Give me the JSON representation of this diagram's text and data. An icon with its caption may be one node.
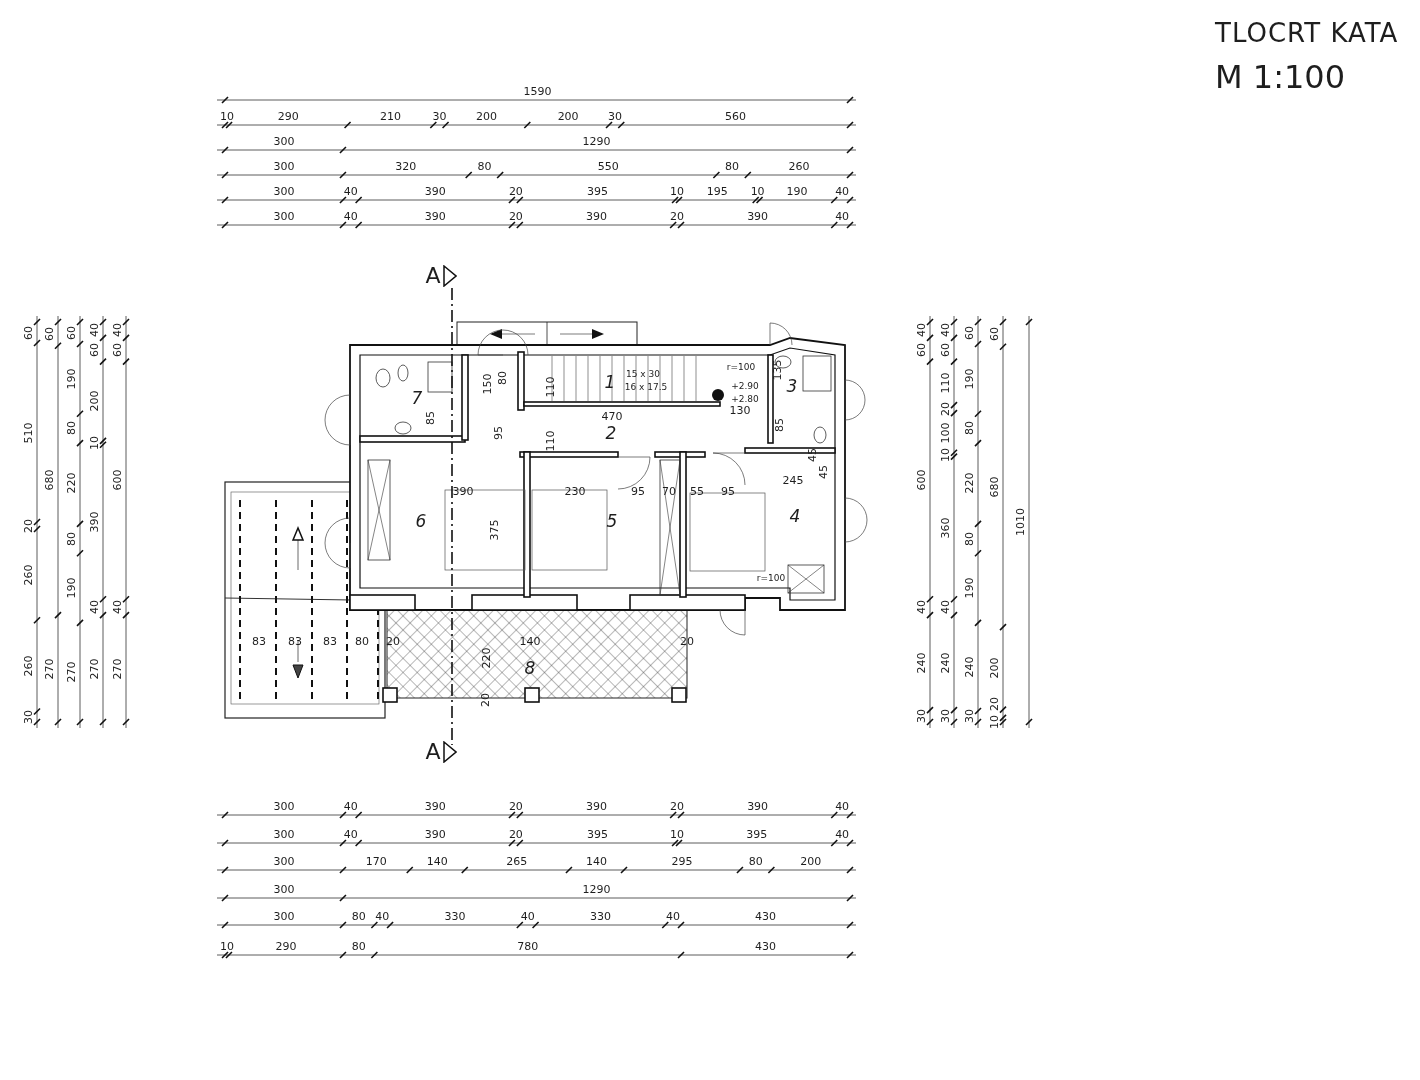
{
  "diagram": {
    "title": "TLOCRT KATA",
    "labels": [
      "M 1:100",
      "1590",
      "10",
      "290",
      "210",
      "30",
      "200",
      "200",
      "30",
      "560",
      "300",
      "1290",
      "300",
      "320",
      "80",
      "550",
      "80",
      "260",
      "300",
      "40",
      "390",
      "20",
      "395",
      "10",
      "195",
      "10",
      "190",
      "40",
      "300",
      "40",
      "390",
      "20",
      "390",
      "20",
      "390",
      "40",
      "A",
      "60",
      "510",
      "20",
      "260",
      "260",
      "30",
      "60",
      "680",
      "270",
      "60",
      "190",
      "80",
      "220",
      "80",
      "190",
      "270",
      "40",
      "60",
      "200",
      "10",
      "390",
      "40",
      "270",
      "40",
      "60",
      "600",
      "40",
      "270",
      "7",
      "150",
      "80",
      "1",
      "15 x 30",
      "16 x 17.5",
      "r=100",
      "+2.90",
      "+2.80",
      "135",
      "3",
      "110",
      "470",
      "130",
      "85",
      "85",
      "95",
      "110",
      "2",
      "45",
      "45",
      "245",
      "390",
      "230",
      "95",
      "70",
      "55",
      "95",
      "375",
      "6",
      "5",
      "4",
      "r=100",
      "83",
      "83",
      "83",
      "80",
      "20",
      "140",
      "20",
      "220",
      "8",
      "20",
      "40",
      "60",
      "600",
      "40",
      "240",
      "30",
      "40",
      "60",
      "110",
      "20",
      "100",
      "10",
      "360",
      "40",
      "240",
      "30",
      "60",
      "190",
      "80",
      "220",
      "80",
      "190",
      "240",
      "30",
      "60",
      "680",
      "200",
      "20",
      "10",
      "1010",
      "A",
      "300",
      "40",
      "390",
      "20",
      "390",
      "20",
      "390",
      "40",
      "300",
      "40",
      "390",
      "20",
      "395",
      "10",
      "395",
      "40",
      "300",
      "170",
      "140",
      "265",
      "140",
      "295",
      "80",
      "200",
      "300",
      "1290",
      "300",
      "80",
      "40",
      "330",
      "40",
      "330",
      "40",
      "430",
      "10",
      "290",
      "80",
      "780",
      "430"
    ]
  }
}
